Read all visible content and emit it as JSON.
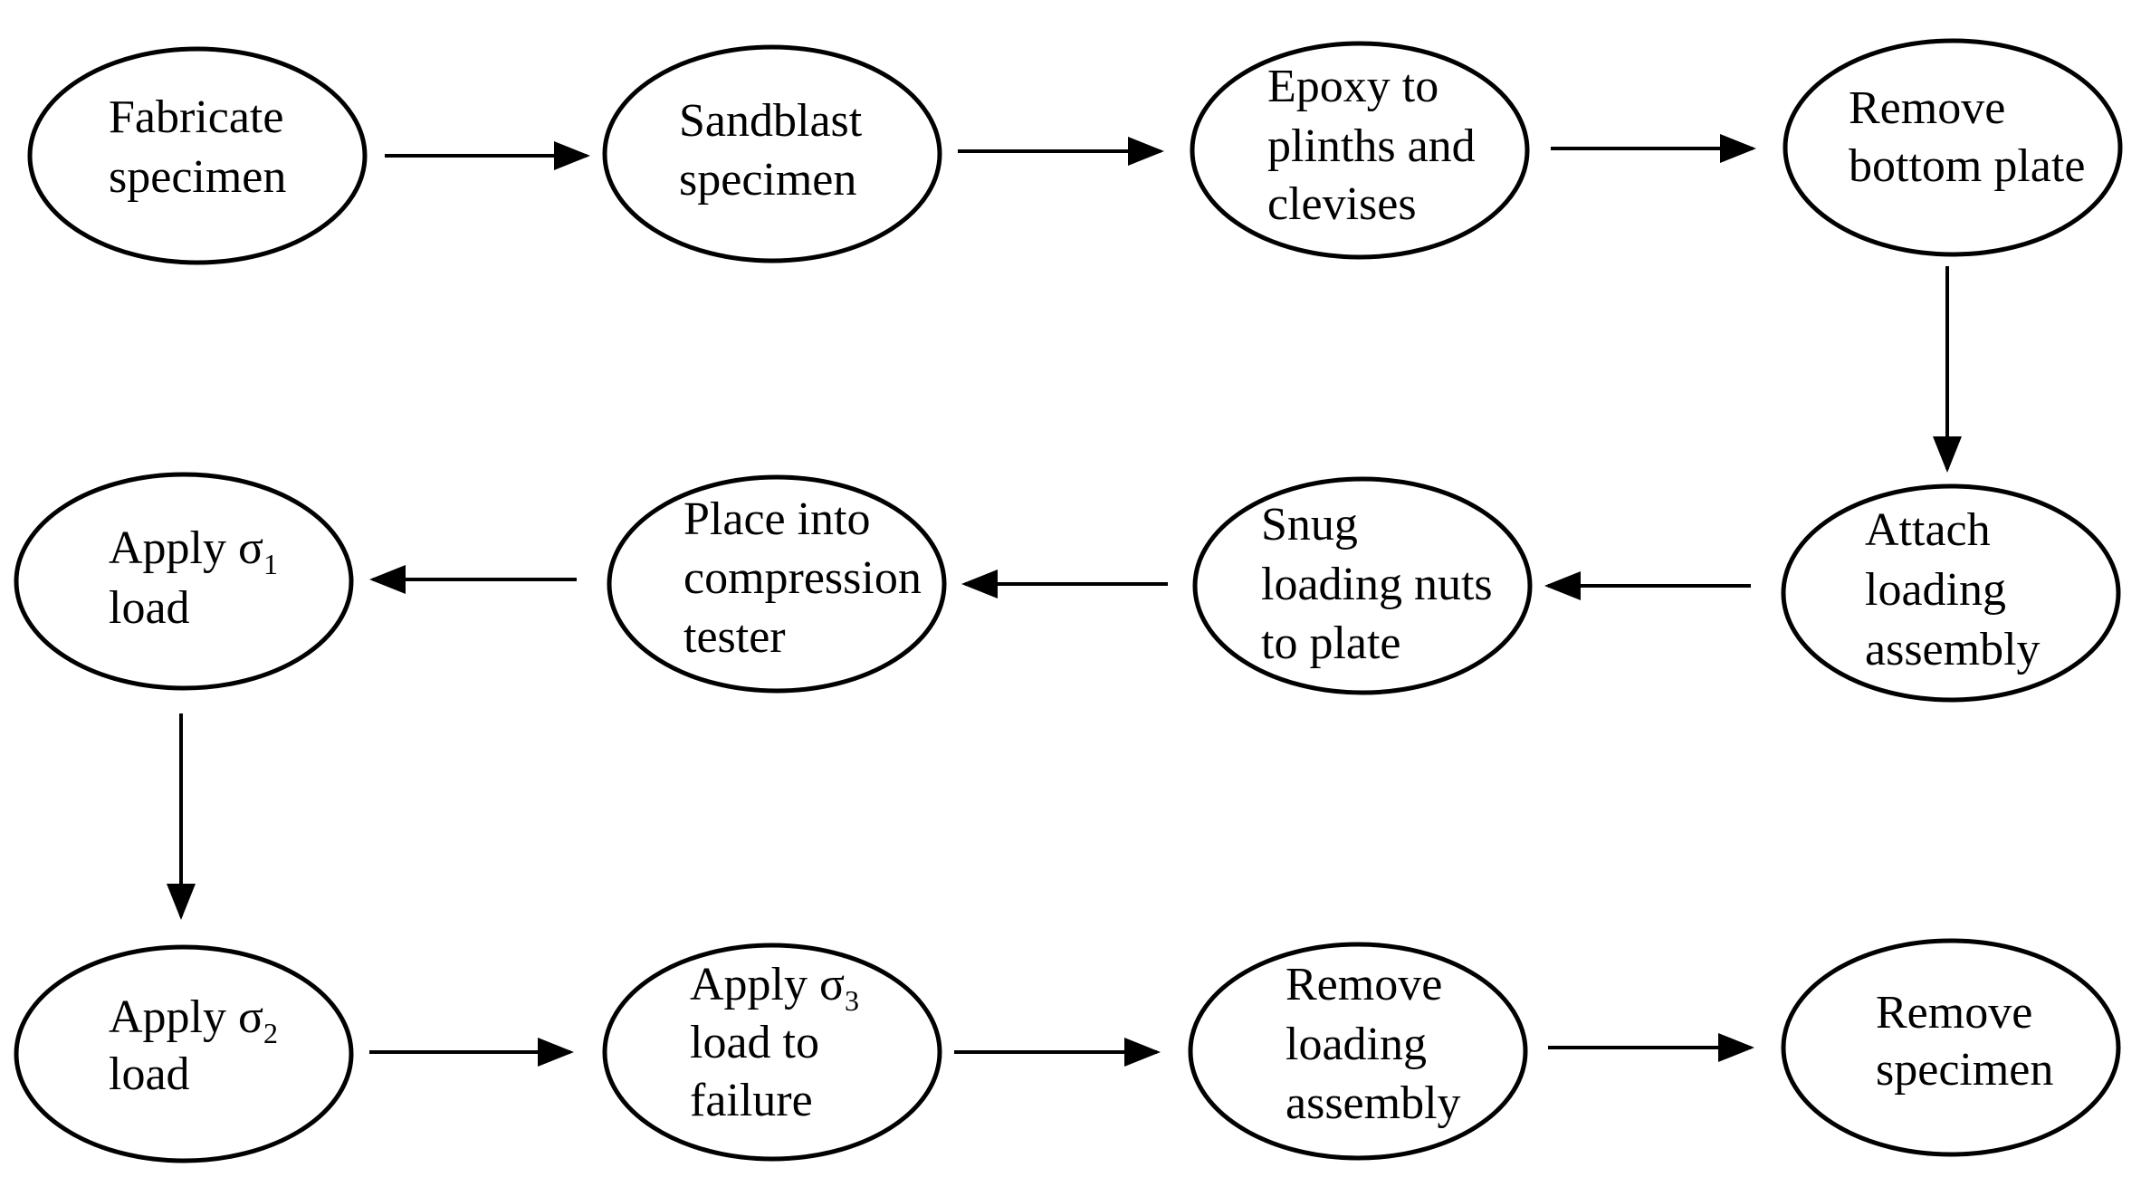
{
  "diagram": {
    "nodes": [
      {
        "id": "fabricate-specimen",
        "lines": [
          "Fabricate",
          "specimen"
        ]
      },
      {
        "id": "sandblast-specimen",
        "lines": [
          "Sandblast",
          "specimen"
        ]
      },
      {
        "id": "epoxy-plinths-clevises",
        "lines": [
          "Epoxy to",
          "plinths and",
          "clevises"
        ]
      },
      {
        "id": "remove-bottom-plate",
        "lines": [
          "Remove",
          "bottom plate"
        ]
      },
      {
        "id": "attach-loading-assembly",
        "lines": [
          "Attach",
          "loading",
          "assembly"
        ]
      },
      {
        "id": "snug-loading-nuts",
        "lines": [
          "Snug",
          "loading nuts",
          "to plate"
        ]
      },
      {
        "id": "place-compression-tester",
        "lines": [
          "Place into",
          "compression",
          "tester"
        ]
      },
      {
        "id": "apply-sigma1-load",
        "lines": [
          "Apply σ",
          "load"
        ],
        "subscript": "1"
      },
      {
        "id": "apply-sigma2-load",
        "lines": [
          "Apply σ",
          "load"
        ],
        "subscript": "2"
      },
      {
        "id": "apply-sigma3-load",
        "lines": [
          "Apply σ",
          "load to",
          "failure"
        ],
        "subscript": "3"
      },
      {
        "id": "remove-loading-assembly",
        "lines": [
          "Remove",
          "loading",
          "assembly"
        ]
      },
      {
        "id": "remove-specimen",
        "lines": [
          "Remove",
          "specimen"
        ]
      }
    ],
    "edges": [
      {
        "from": "fabricate-specimen",
        "to": "sandblast-specimen"
      },
      {
        "from": "sandblast-specimen",
        "to": "epoxy-plinths-clevises"
      },
      {
        "from": "epoxy-plinths-clevises",
        "to": "remove-bottom-plate"
      },
      {
        "from": "remove-bottom-plate",
        "to": "attach-loading-assembly"
      },
      {
        "from": "attach-loading-assembly",
        "to": "snug-loading-nuts"
      },
      {
        "from": "snug-loading-nuts",
        "to": "place-compression-tester"
      },
      {
        "from": "place-compression-tester",
        "to": "apply-sigma1-load"
      },
      {
        "from": "apply-sigma1-load",
        "to": "apply-sigma2-load"
      },
      {
        "from": "apply-sigma2-load",
        "to": "apply-sigma3-load"
      },
      {
        "from": "apply-sigma3-load",
        "to": "remove-loading-assembly"
      },
      {
        "from": "remove-loading-assembly",
        "to": "remove-specimen"
      }
    ]
  }
}
